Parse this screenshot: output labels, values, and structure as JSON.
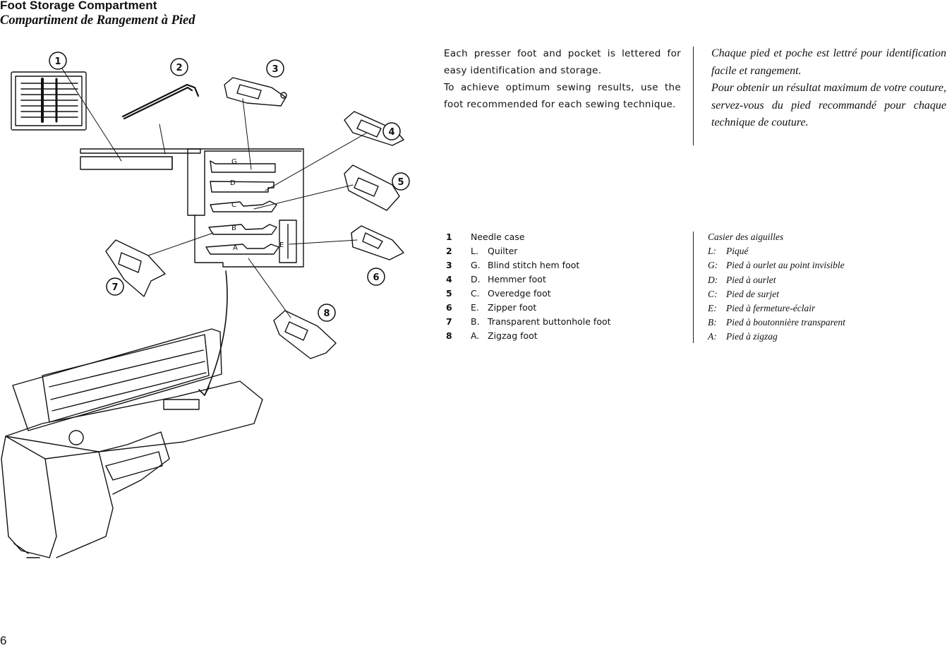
{
  "header": {
    "title_en": "Foot Storage Compartment",
    "title_fr": "Compartiment de Rangement à Pied"
  },
  "diagram": {
    "callouts": [
      "1",
      "2",
      "3",
      "4",
      "5",
      "6",
      "7",
      "8"
    ],
    "slot_letters": [
      "G",
      "D",
      "C",
      "B",
      "A",
      "E"
    ]
  },
  "intro_en": {
    "p1": "Each presser foot and pocket is lettered for easy identification and storage.",
    "p2": "To achieve optimum sewing results, use the foot recommended for each sewing technique."
  },
  "intro_fr": {
    "p1": "Chaque pied et poche est lettré pour identification facile et rangement.",
    "p2": "Pour obtenir un résultat maximum de votre couture, servez-vous du pied recommandé pour chaque technique de couture."
  },
  "legend_en": [
    {
      "num": "1",
      "letter": "",
      "text": "Needle case"
    },
    {
      "num": "2",
      "letter": "L.",
      "text": "Quilter"
    },
    {
      "num": "3",
      "letter": "G.",
      "text": "Blind stitch hem foot"
    },
    {
      "num": "4",
      "letter": "D.",
      "text": "Hemmer foot"
    },
    {
      "num": "5",
      "letter": "C.",
      "text": "Overedge foot"
    },
    {
      "num": "6",
      "letter": "E.",
      "text": "Zipper foot"
    },
    {
      "num": "7",
      "letter": "B.",
      "text": "Transparent buttonhole foot"
    },
    {
      "num": "8",
      "letter": "A.",
      "text": "Zigzag foot"
    }
  ],
  "legend_fr": [
    {
      "letter": "",
      "text": "Casier des aiguilles"
    },
    {
      "letter": "L:",
      "text": "Piqué"
    },
    {
      "letter": "G:",
      "text": "Pied à ourlet au point invisible"
    },
    {
      "letter": "D:",
      "text": "Pied à ourlet"
    },
    {
      "letter": "C:",
      "text": "Pied de surjet"
    },
    {
      "letter": "E:",
      "text": "Pied à fermeture-éclair"
    },
    {
      "letter": "B:",
      "text": "Pied à boutonnière transparent"
    },
    {
      "letter": "A:",
      "text": "Pied à zigzag"
    }
  ],
  "footer": {
    "page_number": "6"
  }
}
